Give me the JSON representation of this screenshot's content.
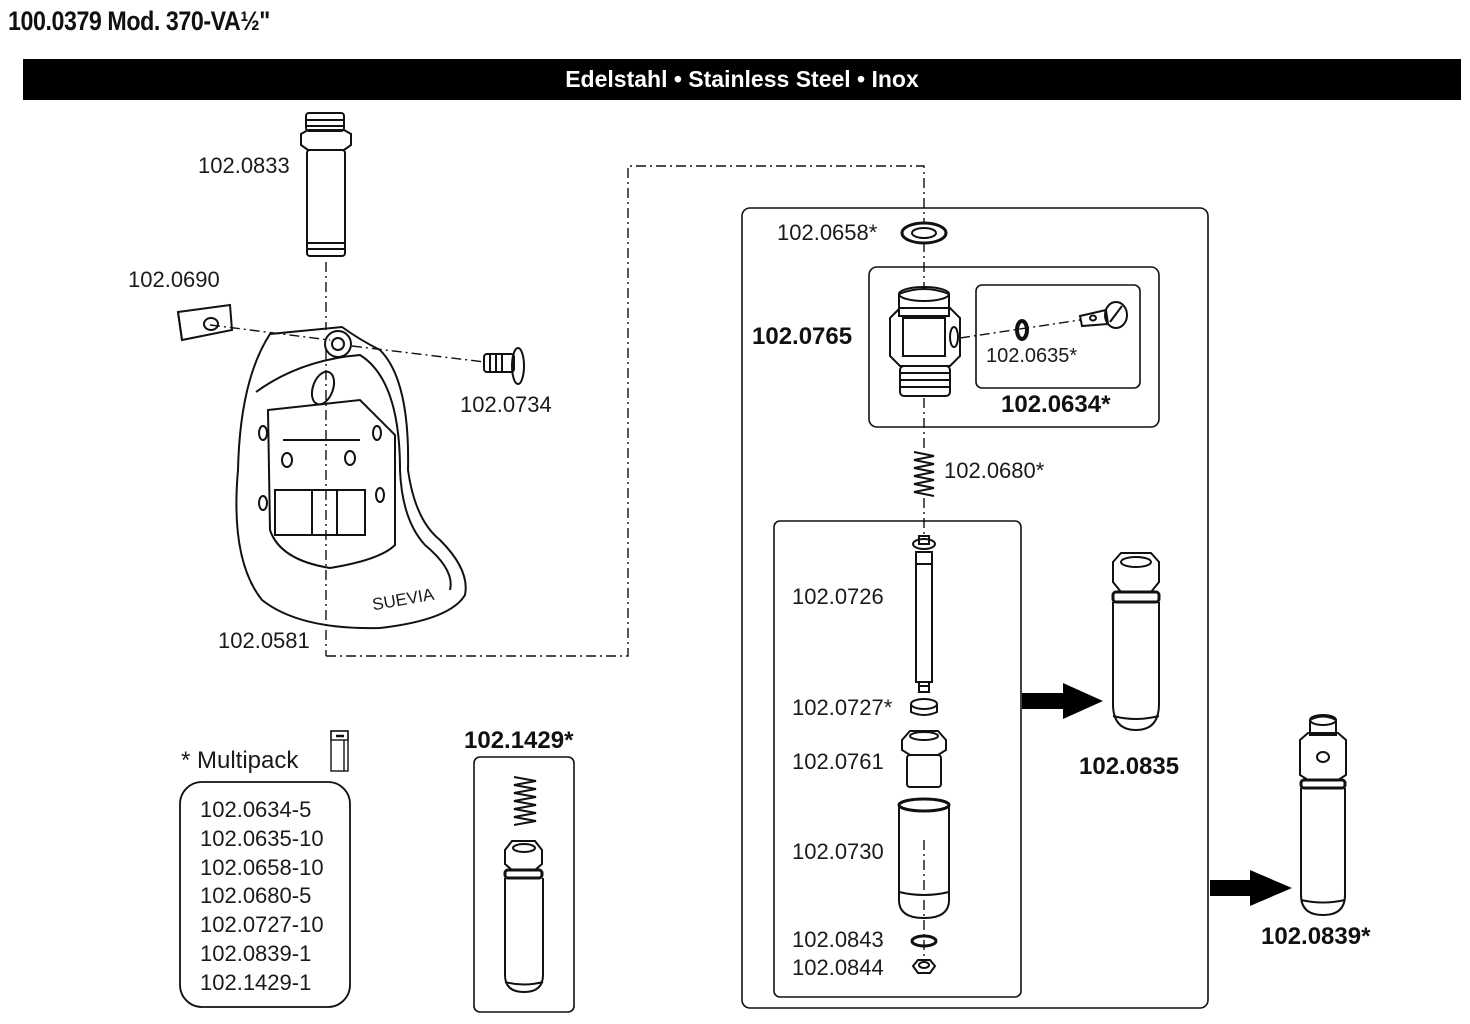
{
  "header": {
    "title": "100.0379 Mod. 370-VA½\"",
    "banner": "Edelstahl • Stainless Steel • Inox"
  },
  "parts": {
    "p0833": "102.0833",
    "p0690": "102.0690",
    "p0734": "102.0734",
    "p0581": "102.0581",
    "p0658": "102.0658*",
    "p0765": "102.0765",
    "p0635": "102.0635*",
    "p0634": "102.0634*",
    "p0680": "102.0680*",
    "p0726": "102.0726",
    "p0727": "102.0727*",
    "p0761": "102.0761",
    "p0730": "102.0730",
    "p0843": "102.0843",
    "p0844": "102.0844",
    "p0835": "102.0835",
    "p0839": "102.0839*",
    "p1429": "102.1429*"
  },
  "bowl_brand": "SUEVIA",
  "multipack": {
    "title": "* Multipack",
    "icon": "box-icon",
    "items": [
      "102.0634-5",
      "102.0635-10",
      "102.0658-10",
      "102.0680-5",
      "102.0727-10",
      "102.0839-1",
      "102.1429-1"
    ]
  }
}
